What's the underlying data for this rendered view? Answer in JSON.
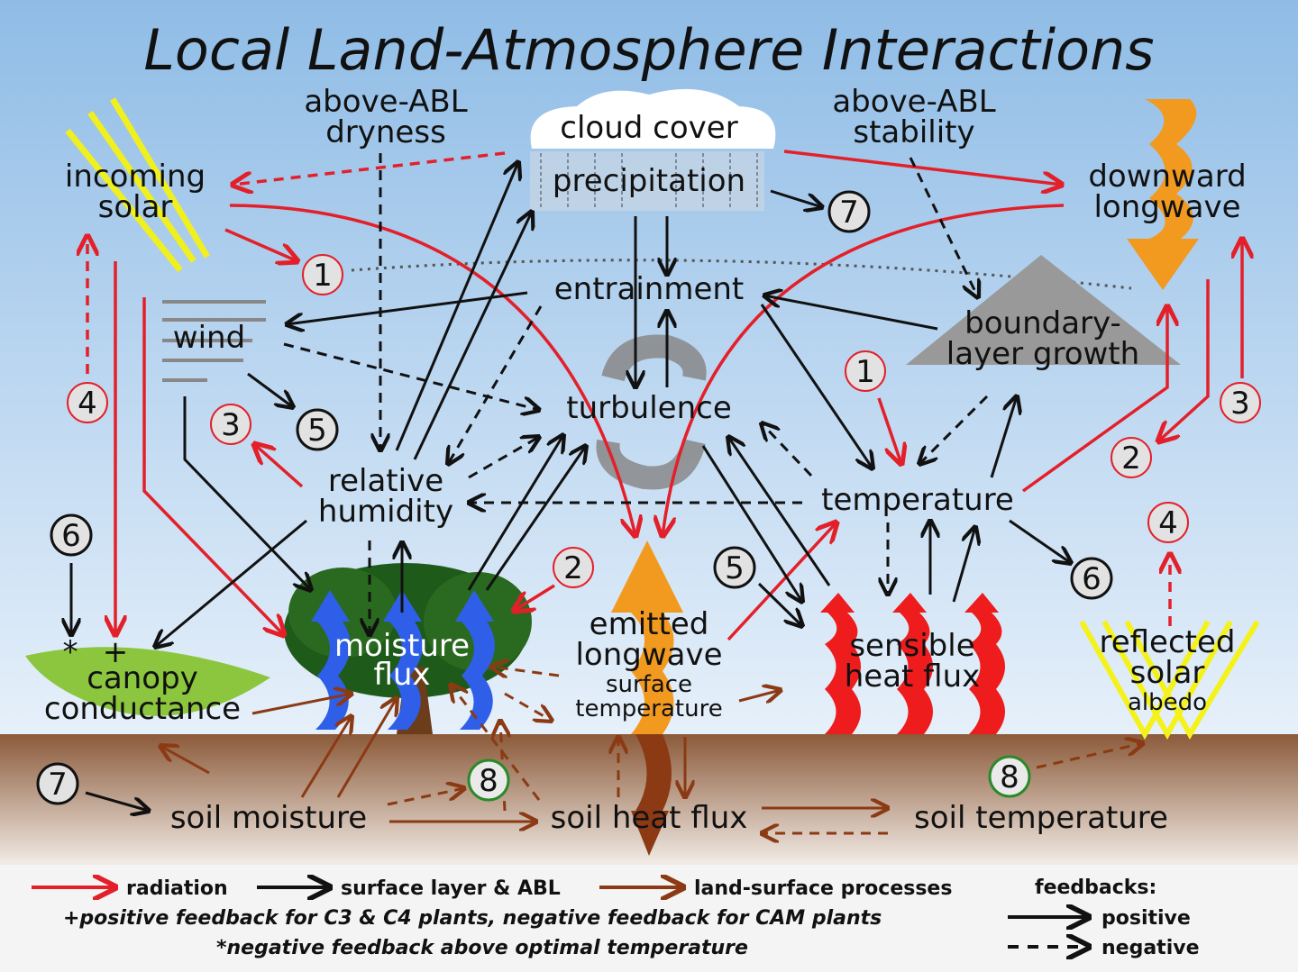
{
  "title": "Local Land-Atmosphere Interactions",
  "nodes": {
    "above_abl_dryness": [
      "above-ABL",
      "dryness"
    ],
    "cloud_cover": "cloud cover",
    "precipitation": "precipitation",
    "above_abl_stability": [
      "above-ABL",
      "stability"
    ],
    "incoming_solar": [
      "incoming",
      "solar"
    ],
    "downward_longwave": [
      "downward",
      "longwave"
    ],
    "entrainment": "entrainment",
    "wind": "wind",
    "boundary_layer_growth": [
      "boundary-",
      "layer growth"
    ],
    "turbulence": "turbulence",
    "relative_humidity": [
      "relative",
      "humidity"
    ],
    "temperature": "temperature",
    "canopy_conductance": [
      "canopy",
      "conductance"
    ],
    "moisture_flux": [
      "moisture",
      "flux"
    ],
    "emitted_longwave": [
      "emitted",
      "longwave"
    ],
    "surface_temperature": [
      "surface",
      "temperature"
    ],
    "sensible_heat_flux": [
      "sensible",
      "heat flux"
    ],
    "reflected_solar": [
      "reflected",
      "solar",
      "albedo"
    ],
    "soil_moisture": "soil moisture",
    "soil_heat_flux": "soil heat flux",
    "soil_temperature": "soil temperature",
    "star_symbol": "*",
    "plus_symbol": "+"
  },
  "feedback_numbers": [
    {
      "n": "1",
      "type": "radiation"
    },
    {
      "n": "7",
      "type": "surface"
    },
    {
      "n": "4",
      "type": "radiation"
    },
    {
      "n": "3",
      "type": "radiation"
    },
    {
      "n": "5",
      "type": "surface"
    },
    {
      "n": "1",
      "type": "radiation"
    },
    {
      "n": "3",
      "type": "radiation"
    },
    {
      "n": "2",
      "type": "radiation"
    },
    {
      "n": "6",
      "type": "surface"
    },
    {
      "n": "2",
      "type": "radiation"
    },
    {
      "n": "5",
      "type": "surface"
    },
    {
      "n": "4",
      "type": "radiation"
    },
    {
      "n": "6",
      "type": "surface"
    },
    {
      "n": "7",
      "type": "surface"
    },
    {
      "n": "8",
      "type": "land"
    },
    {
      "n": "8",
      "type": "land"
    }
  ],
  "legend": {
    "radiation": "radiation",
    "surface_layer": "surface layer & ABL",
    "land_surface": "land-surface processes",
    "feedbacks": "feedbacks:",
    "positive": "positive",
    "negative": "negative",
    "note_plus": "+positive feedback for C3 & C4 plants, negative feedback for CAM plants",
    "note_star": "*negative feedback above optimal temperature"
  },
  "colors": {
    "radiation": "#e3202a",
    "surface": "#111111",
    "land": "#8b3a14",
    "orange": "#f29a1f",
    "moisture": "#2f5fe8",
    "sensible": "#ee1c1c",
    "reflected": "#f4f21a",
    "soil": "#8b5a3a"
  }
}
